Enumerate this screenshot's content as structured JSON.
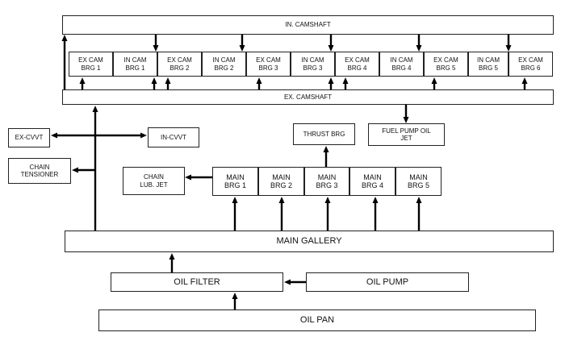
{
  "diagram": {
    "in_camshaft": "IN. CAMSHAFT",
    "ex_camshaft": "EX. CAMSHAFT",
    "cam_bearings": [
      "EX CAM\nBRG 1",
      "IN CAM\nBRG 1",
      "EX CAM\nBRG 2",
      "IN CAM\nBRG 2",
      "EX CAM\nBRG 3",
      "IN CAM\nBRG 3",
      "EX CAM\nBRG 4",
      "IN CAM\nBRG 4",
      "EX CAM\nBRG 5",
      "IN CAM\nBRG 5",
      "EX CAM\nBRG 6"
    ],
    "ex_cvvt": "EX-CVVT",
    "in_cvvt": "IN-CVVT",
    "chain_tensioner": "CHAIN\nTENSIONER",
    "chain_lub_jet": "CHAIN\nLUB. JET",
    "thrust_brg": "THRUST BRG",
    "fuel_pump_oil_jet": "FUEL PUMP OIL\nJET",
    "main_bearings": [
      "MAIN\nBRG 1",
      "MAIN\nBRG 2",
      "MAIN\nBRG 3",
      "MAIN\nBRG 4",
      "MAIN\nBRG 5"
    ],
    "main_gallery": "MAIN GALLERY",
    "oil_filter": "OIL FILTER",
    "oil_pump": "OIL PUMP",
    "oil_pan": "OIL PAN"
  }
}
